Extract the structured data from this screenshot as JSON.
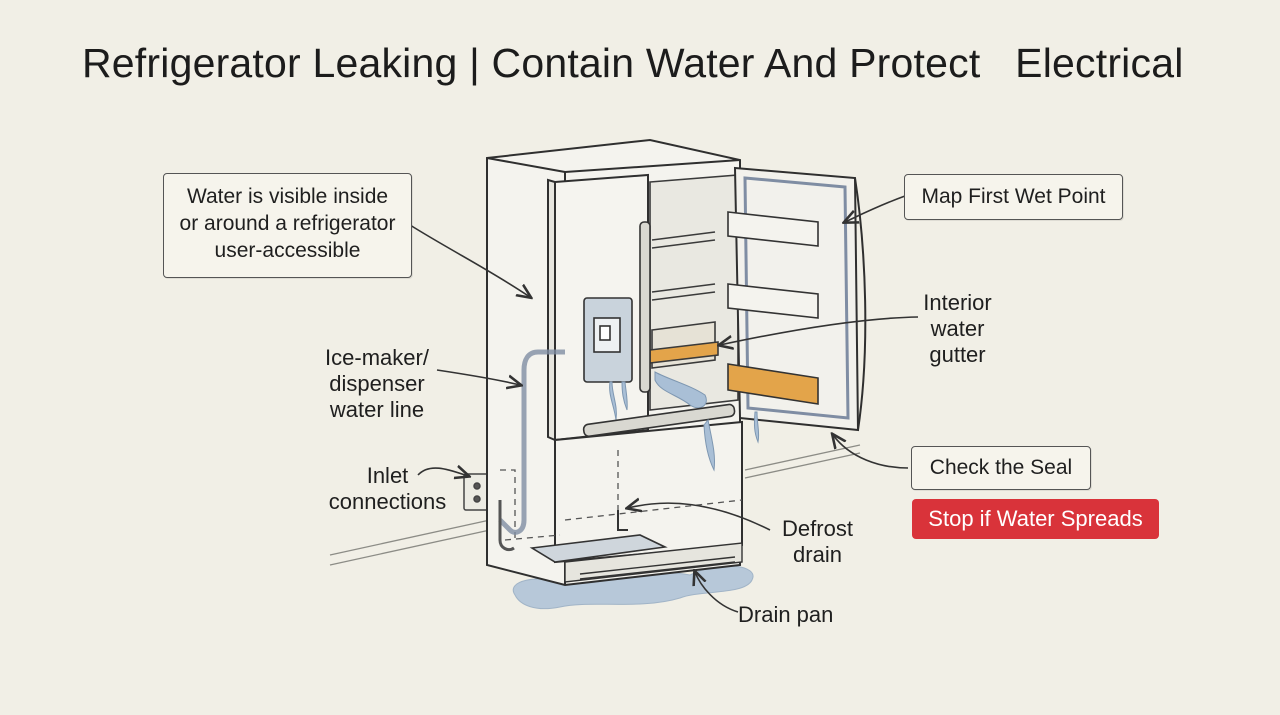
{
  "title": "Refrigerator Leaking | Contain Water And Protect   Electrical",
  "callouts": {
    "visible_water": "Water is visible inside or around a refrigerator user-accessible",
    "map_first": "Map First Wet Point",
    "check_seal": "Check the Seal",
    "stop_spread": "Stop if Water Spreads"
  },
  "labels": {
    "ice_maker_1": "Ice-maker/",
    "ice_maker_2": "dispenser",
    "ice_maker_3": "water line",
    "inlet_1": "Inlet",
    "inlet_2": "connections",
    "gutter_1": "Interior",
    "gutter_2": "water",
    "gutter_3": "gutter",
    "defrost_1": "Defrost",
    "defrost_2": "drain",
    "drain_pan": "Drain pan"
  },
  "colors": {
    "background": "#f1efe6",
    "alert": "#d9333a",
    "water": "#a9bfd6",
    "accent": "#e3a44a"
  }
}
